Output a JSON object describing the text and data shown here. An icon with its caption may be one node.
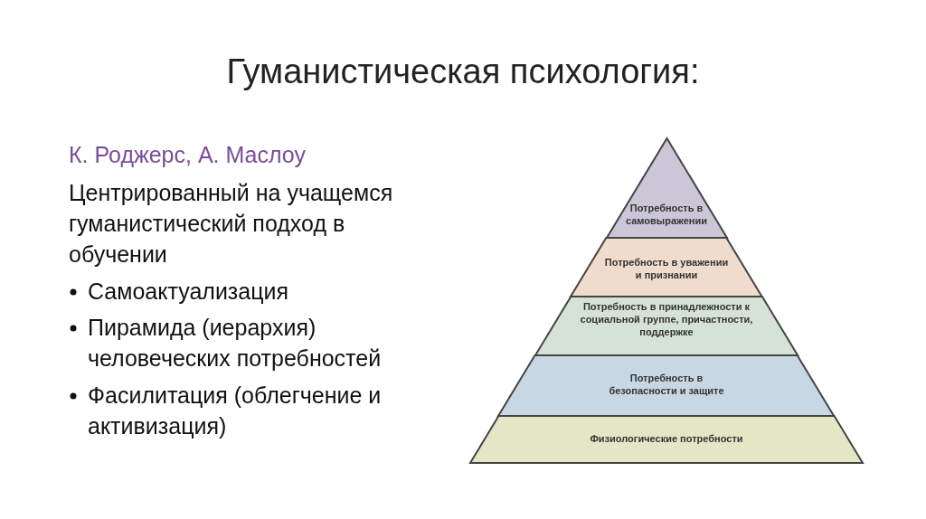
{
  "diagram": {
    "title": "Гуманистическая психология:",
    "nodes": [
      {
        "text": [
          "Потребность в самовыражении"
        ]
      },
      {
        "text": [
          "Потребность в уважении и признании"
        ]
      },
      {
        "text": [
          "Потребность в принадлежности к социальной группе, причастности, поддержке"
        ]
      },
      {
        "text": [
          "Потребность в безопасности и защите"
        ]
      },
      {
        "text": [
          "Физиологические потребности"
        ]
      }
    ],
    "labels": [
      "К. Роджерс, А. Маслоу",
      "Центрированный на учащемся гуманистический подход в обучении",
      "Самоактуализация",
      "Пирамида (иерархия) человеческих потребностей",
      "Фасилитация (облегчение и активизация)"
    ]
  }
}
